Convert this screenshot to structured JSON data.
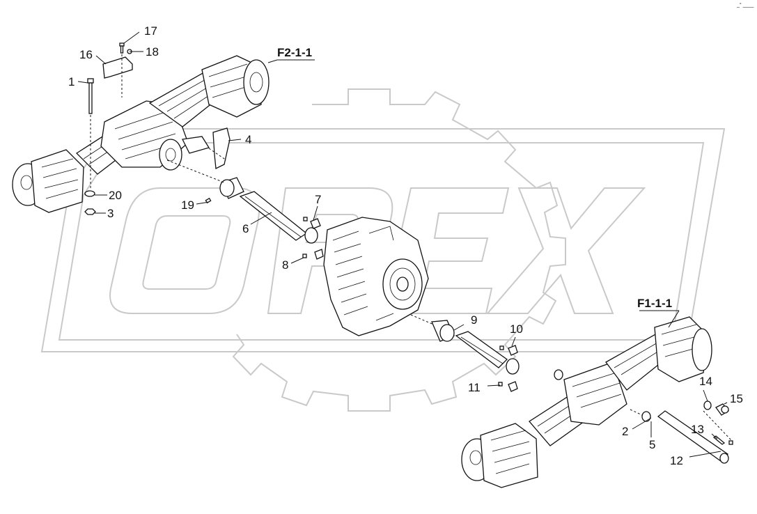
{
  "diagram": {
    "watermark": "OPEX",
    "corner_mark": "_° ____",
    "assembly_refs": [
      {
        "id": "rear-axle",
        "text": "F2-1-1"
      },
      {
        "id": "front-axle",
        "text": "F1-1-1"
      }
    ],
    "callouts": [
      "1",
      "2",
      "3",
      "4",
      "5",
      "6",
      "7",
      "8",
      "9",
      "10",
      "11",
      "12",
      "13",
      "14",
      "15",
      "16",
      "17",
      "18",
      "19",
      "20"
    ]
  },
  "colors": {
    "line": "#111111",
    "watermark": "#c9c9c9",
    "background": "#ffffff"
  }
}
